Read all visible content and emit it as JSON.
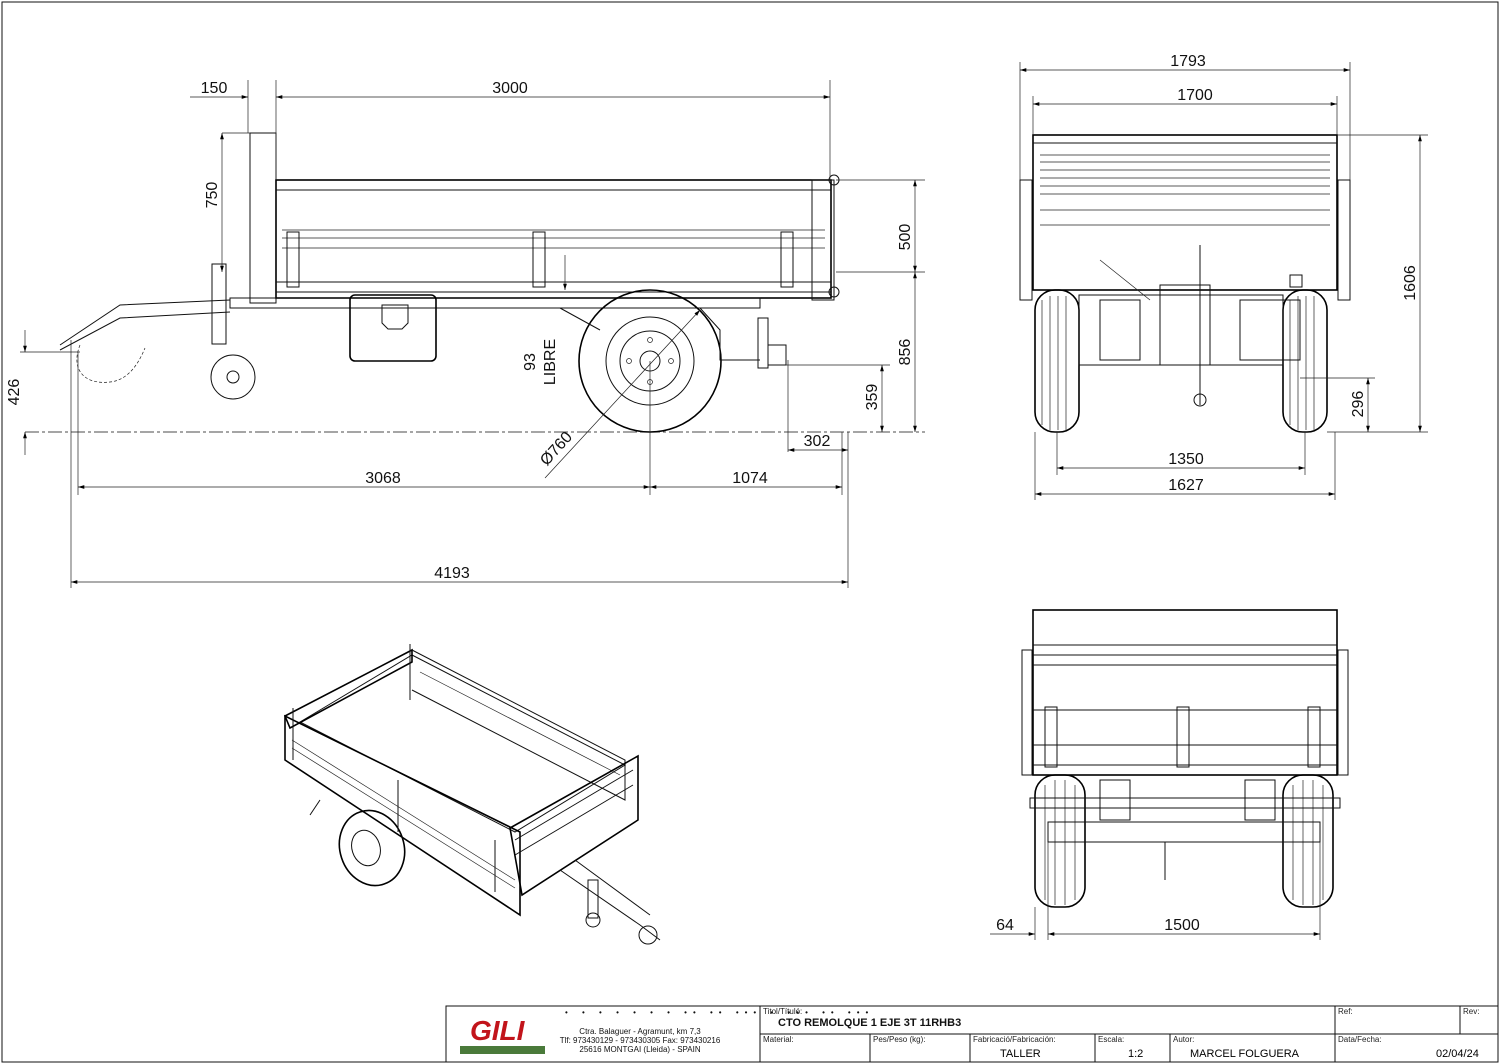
{
  "dimensions": {
    "side": {
      "d150": "150",
      "d3000": "3000",
      "d750": "750",
      "d500": "500",
      "d856": "856",
      "d93": "93",
      "libre": "LIBRE",
      "d426": "426",
      "d359": "359",
      "d302": "302",
      "d760": "Ø760",
      "d3068": "3068",
      "d1074": "1074",
      "d4193": "4193"
    },
    "rear": {
      "d1793": "1793",
      "d1700": "1700",
      "d1606": "1606",
      "d296": "296",
      "d1350": "1350",
      "d1627": "1627"
    },
    "front": {
      "d64": "64",
      "d1500": "1500"
    }
  },
  "title_block": {
    "company_address_line1": "Ctra. Balaguer - Agramunt, km 7,3",
    "company_address_line2": "Tlf: 973430129 - 973430305 Fax: 973430216",
    "company_address_line3": "25616 MONTGAI (Lleida) - SPAIN",
    "logo_text": "GILI",
    "titol_label": "Titol/Títuló:",
    "titol_value": "CTO REMOLQUE 1 EJE 3T 11RHB3",
    "ref_label": "Ref:",
    "rev_label": "Rev:",
    "material_label": "Material:",
    "pes_label": "Pes/Peso (kg):",
    "fabricacio_label": "Fabricació/Fabricación:",
    "fabricacio_value": "TALLER",
    "escala_label": "Escala:",
    "escala_value": "1:2",
    "autor_label": "Autor:",
    "autor_value": "MARCEL FOLGUERA",
    "data_label": "Data/Fecha:",
    "data_value": "02/04/24"
  }
}
